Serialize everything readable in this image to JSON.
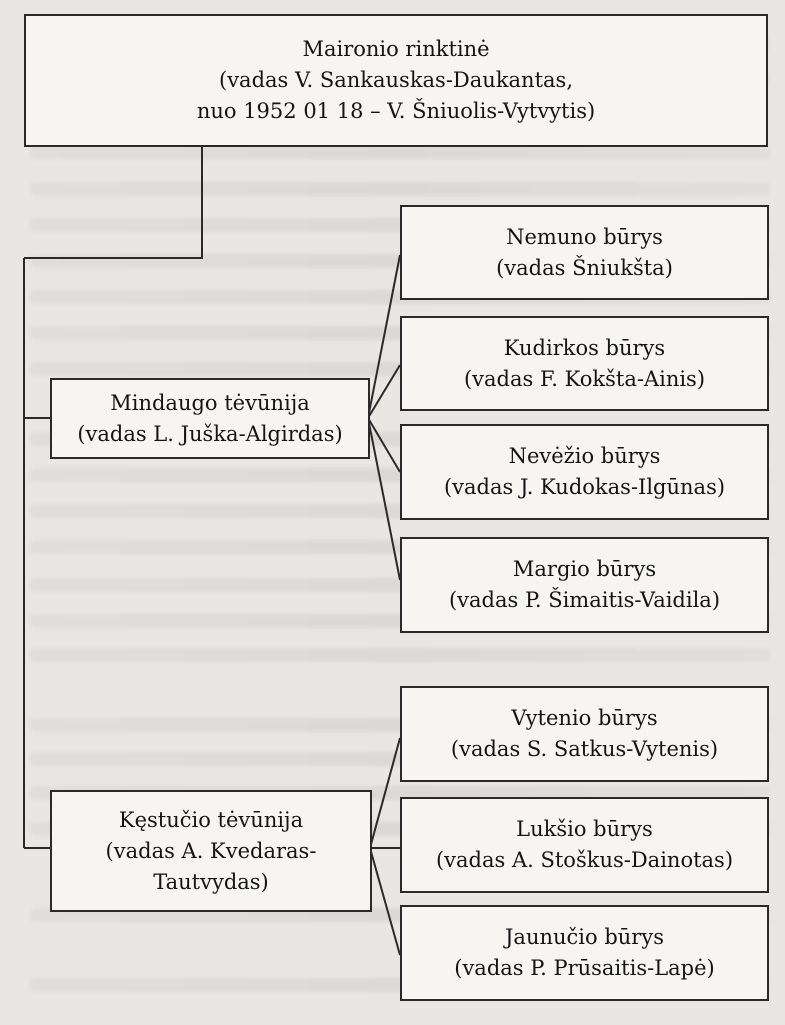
{
  "root": {
    "line1": "Maironio rinktinė",
    "line2": "(vadas V. Sankauskas-Daukantas,",
    "line3": "nuo 1952 01 18 – V. Šniuolis-Vytvytis)"
  },
  "districts": [
    {
      "line1": "Mindaugo tėvūnija",
      "line2": "(vadas L. Juška-Algirdas)",
      "units": [
        {
          "name": "Nemuno būrys",
          "leader": "(vadas Šniukšta)"
        },
        {
          "name": "Kudirkos būrys",
          "leader": "(vadas F. Kokšta-Ainis)"
        },
        {
          "name": "Nevėžio būrys",
          "leader": "(vadas J. Kudokas-Ilgūnas)"
        },
        {
          "name": "Margio būrys",
          "leader": "(vadas P. Šimaitis-Vaidila)"
        }
      ]
    },
    {
      "line1": "Kęstučio tėvūnija",
      "line2": "(vadas A. Kvedaras-",
      "line3": "Tautvydas)",
      "units": [
        {
          "name": "Vytenio būrys",
          "leader": "(vadas S. Satkus-Vytenis)"
        },
        {
          "name": "Lukšio būrys",
          "leader": "(vadas A. Stoškus-Dainotas)"
        },
        {
          "name": "Jaunučio būrys",
          "leader": "(vadas P. Prūsaitis-Lapė)"
        }
      ]
    }
  ]
}
